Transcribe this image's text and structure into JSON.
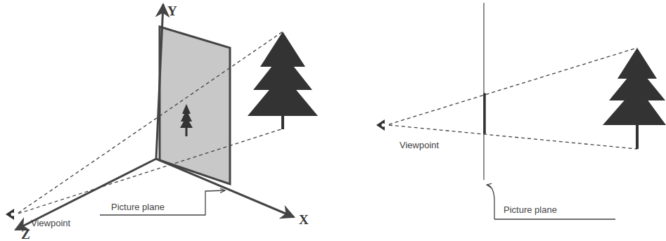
{
  "diagram": {
    "labels": [
      "Y",
      "Viewpoint",
      "Picture plane",
      "X",
      "Z",
      "Viewpoint",
      "Picture plane"
    ]
  }
}
